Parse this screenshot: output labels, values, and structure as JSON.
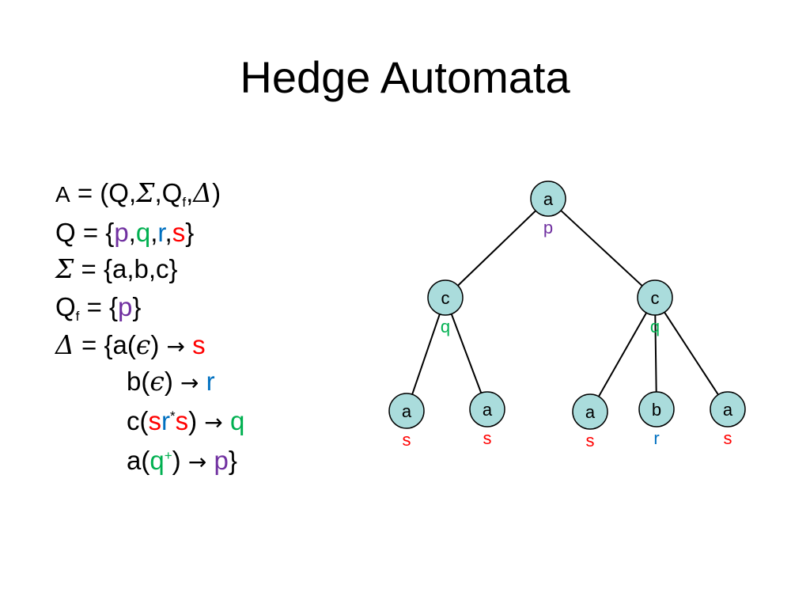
{
  "colors": {
    "p": "#7030a0",
    "q": "#00b050",
    "r": "#0070c0",
    "s": "#ff0000",
    "node_fill": "#aadcdc",
    "edge": "#000000"
  },
  "slide": {
    "title": "Hedge Automata"
  },
  "defs": {
    "automaton": {
      "name": "A",
      "eq": "= (Q,",
      "sigma": "Σ",
      "c1": ",Q",
      "f": "f",
      "c2": ",",
      "delta": "Δ",
      "close": ")"
    },
    "states": {
      "name": "Q",
      "eq": " = {",
      "p": "p",
      "c1": ",",
      "q": "q",
      "c2": ",",
      "r": "r",
      "c3": ",",
      "s": "s",
      "close": "}"
    },
    "alphabet": {
      "sigma": "Σ",
      "rest": " = {a,b,c}"
    },
    "final": {
      "name": "Q",
      "f": "f",
      "eq": " = {",
      "p": "p",
      "close": "}"
    },
    "rules": {
      "delta": "Δ",
      "r1": {
        "pre": " = {a(",
        "eps": "ϵ",
        "post": ") ",
        "arrow": "→",
        "target": "s"
      },
      "r2": {
        "pre": "b(",
        "eps": "ϵ",
        "post": ") ",
        "arrow": "→",
        "target": "r"
      },
      "r3": {
        "pre": "c(",
        "s1": "s",
        "r": "r",
        "star": "*",
        "s2": "s",
        "post": ") ",
        "arrow": "→",
        "target": "q"
      },
      "r4": {
        "pre": "a(",
        "q": "q",
        "plus": "+",
        "post": ") ",
        "arrow": "→",
        "target": "p",
        "close": "}"
      }
    }
  },
  "tree": {
    "nodes": [
      {
        "id": "n1",
        "label": "a",
        "state": "p"
      },
      {
        "id": "n2",
        "label": "c",
        "state": "q"
      },
      {
        "id": "n3",
        "label": "c",
        "state": "q"
      },
      {
        "id": "n4",
        "label": "a",
        "state": "s"
      },
      {
        "id": "n5",
        "label": "a",
        "state": "s"
      },
      {
        "id": "n6",
        "label": "a",
        "state": "s"
      },
      {
        "id": "n7",
        "label": "b",
        "state": "r"
      },
      {
        "id": "n8",
        "label": "a",
        "state": "s"
      }
    ],
    "edges": [
      [
        "n1",
        "n2"
      ],
      [
        "n1",
        "n3"
      ],
      [
        "n2",
        "n4"
      ],
      [
        "n2",
        "n5"
      ],
      [
        "n3",
        "n6"
      ],
      [
        "n3",
        "n7"
      ],
      [
        "n3",
        "n8"
      ]
    ]
  }
}
